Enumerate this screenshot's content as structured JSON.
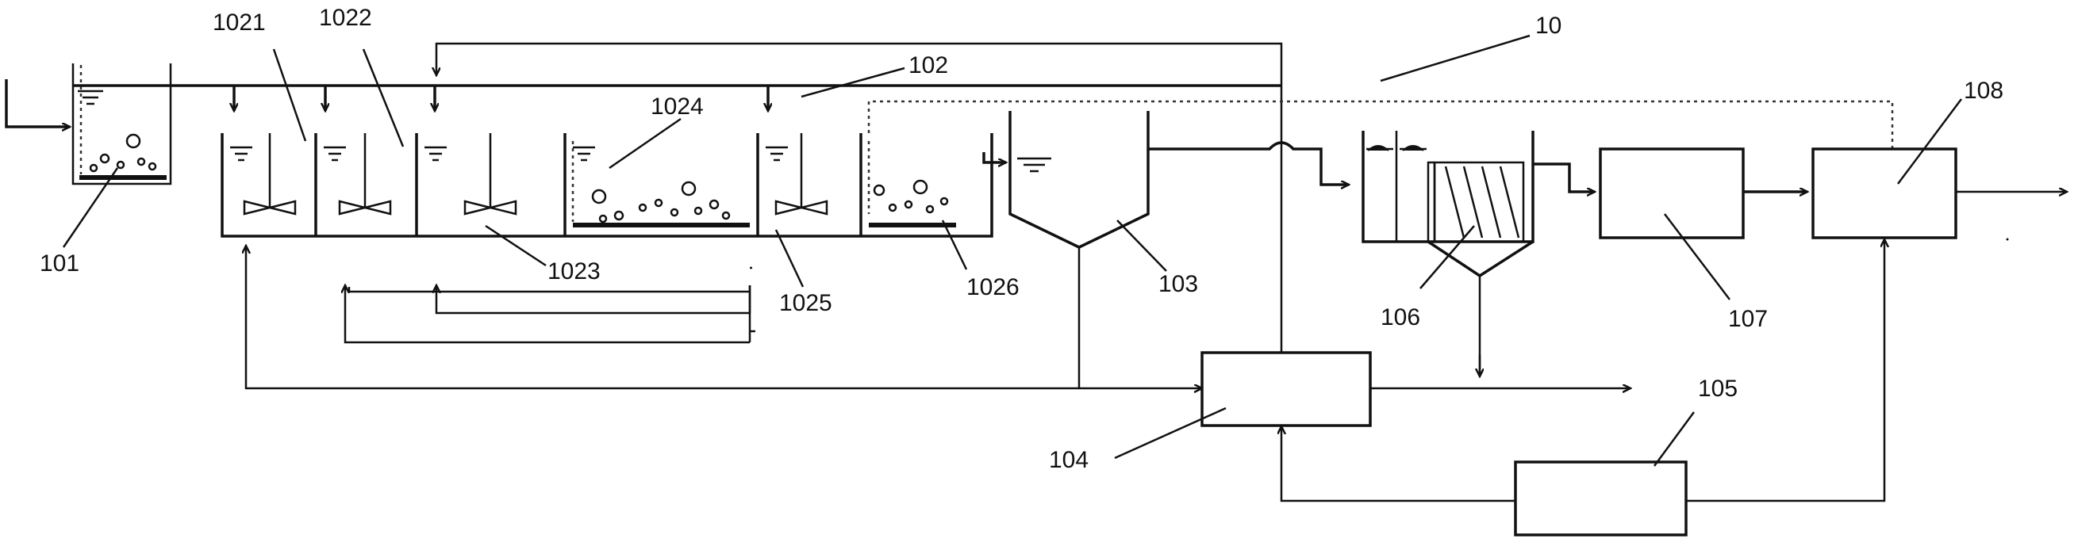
{
  "labels": {
    "system": "10",
    "tank_101": "101",
    "train_102": "102",
    "chamber_1021": "1021",
    "chamber_1022": "1022",
    "chamber_1023": "1023",
    "chamber_1024": "1024",
    "chamber_1025": "1025",
    "chamber_1026": "1026",
    "clarifier_103": "103",
    "unit_104": "104",
    "unit_105": "105",
    "unit_106": "106",
    "unit_107": "107",
    "unit_108": "108"
  }
}
